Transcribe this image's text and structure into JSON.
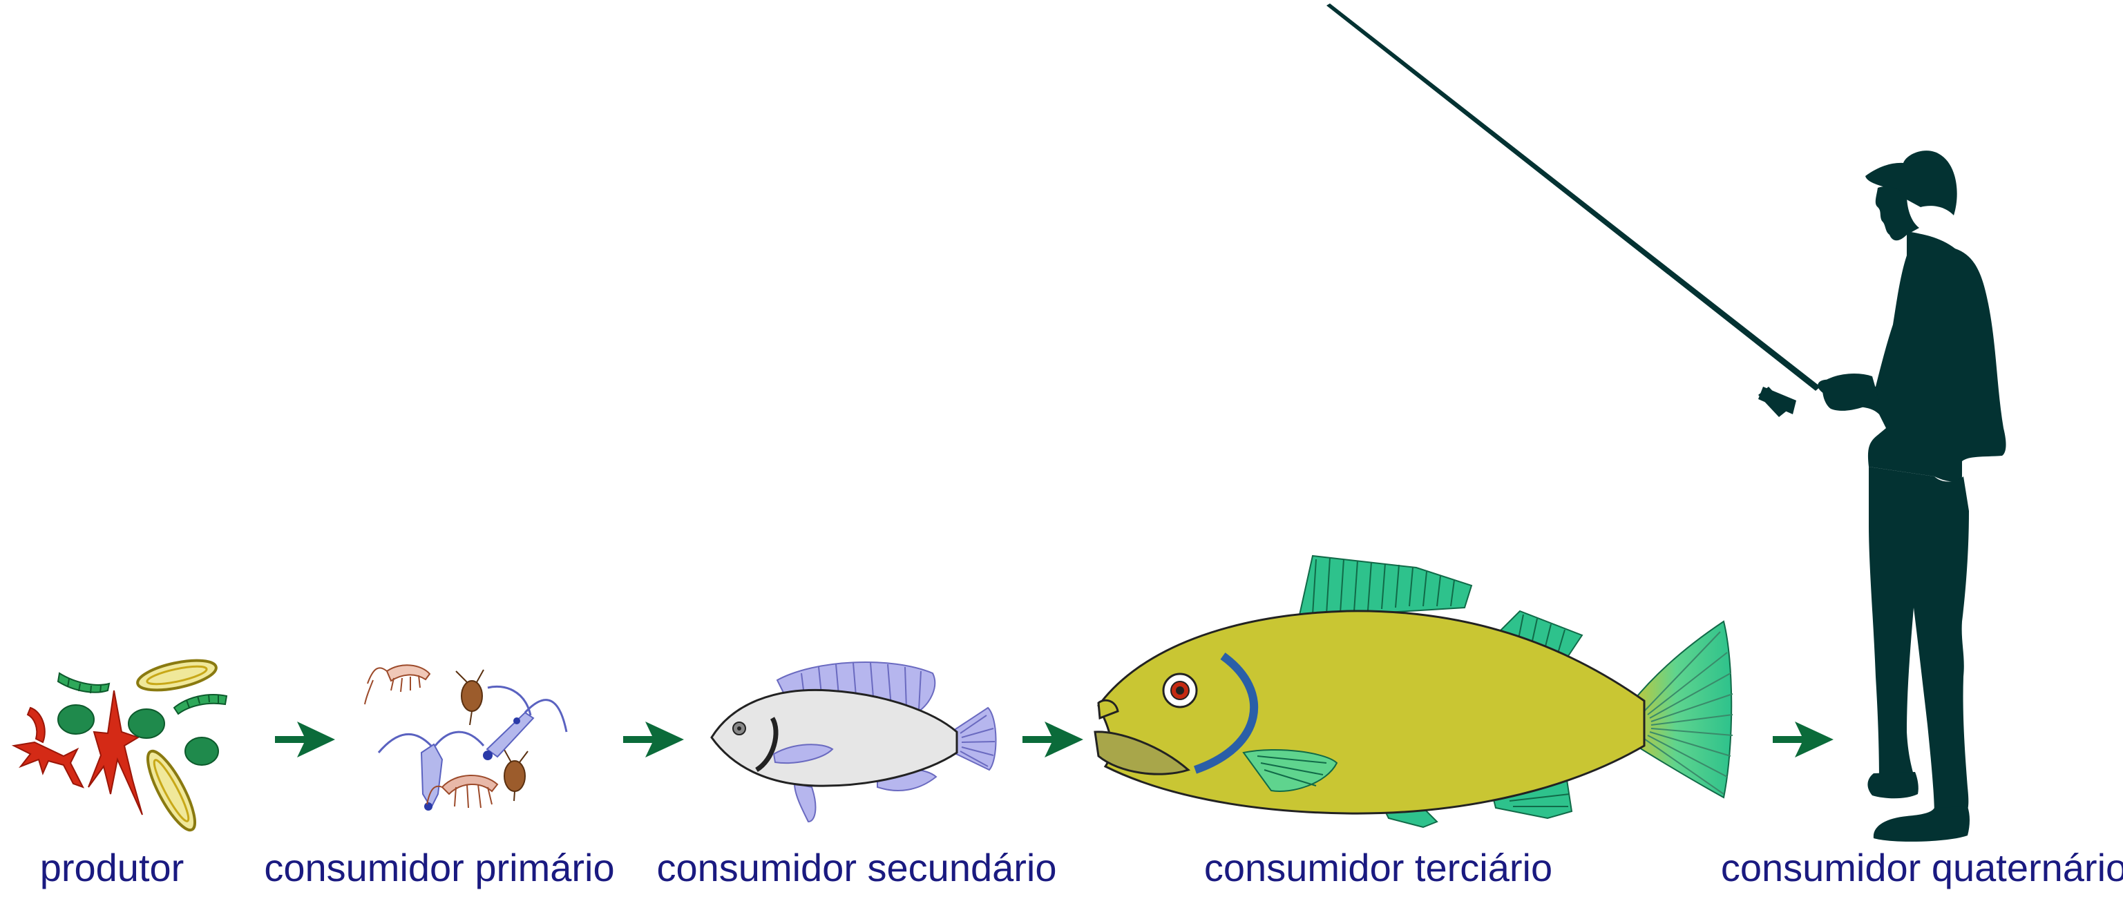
{
  "labels": {
    "producer": "produtor",
    "primary": "consumidor primário",
    "secondary": "consumidor secundário",
    "tertiary": "consumidor terciário",
    "quaternary": "consumidor quaternário"
  },
  "colors": {
    "label_text": "#1a1a80",
    "arrow": "#0b6b3a",
    "fisherman": "#033232",
    "phytoplankton_red": "#d42a16",
    "phytoplankton_green": "#1f8a4c",
    "diatom_yellow": "#f0e89a",
    "zooplankton_blue": "#b4b8ec",
    "zooplankton_brown": "#9c5c2c",
    "small_fish_body": "#e6e6e6",
    "small_fish_fin": "#b6b6ee",
    "big_fish_body": "#c9c633",
    "big_fish_fin": "#2ec28c"
  },
  "icons": [
    "phytoplankton-icon",
    "zooplankton-icon",
    "small-fish-icon",
    "large-fish-icon",
    "fisherman-icon",
    "arrow-icon"
  ]
}
